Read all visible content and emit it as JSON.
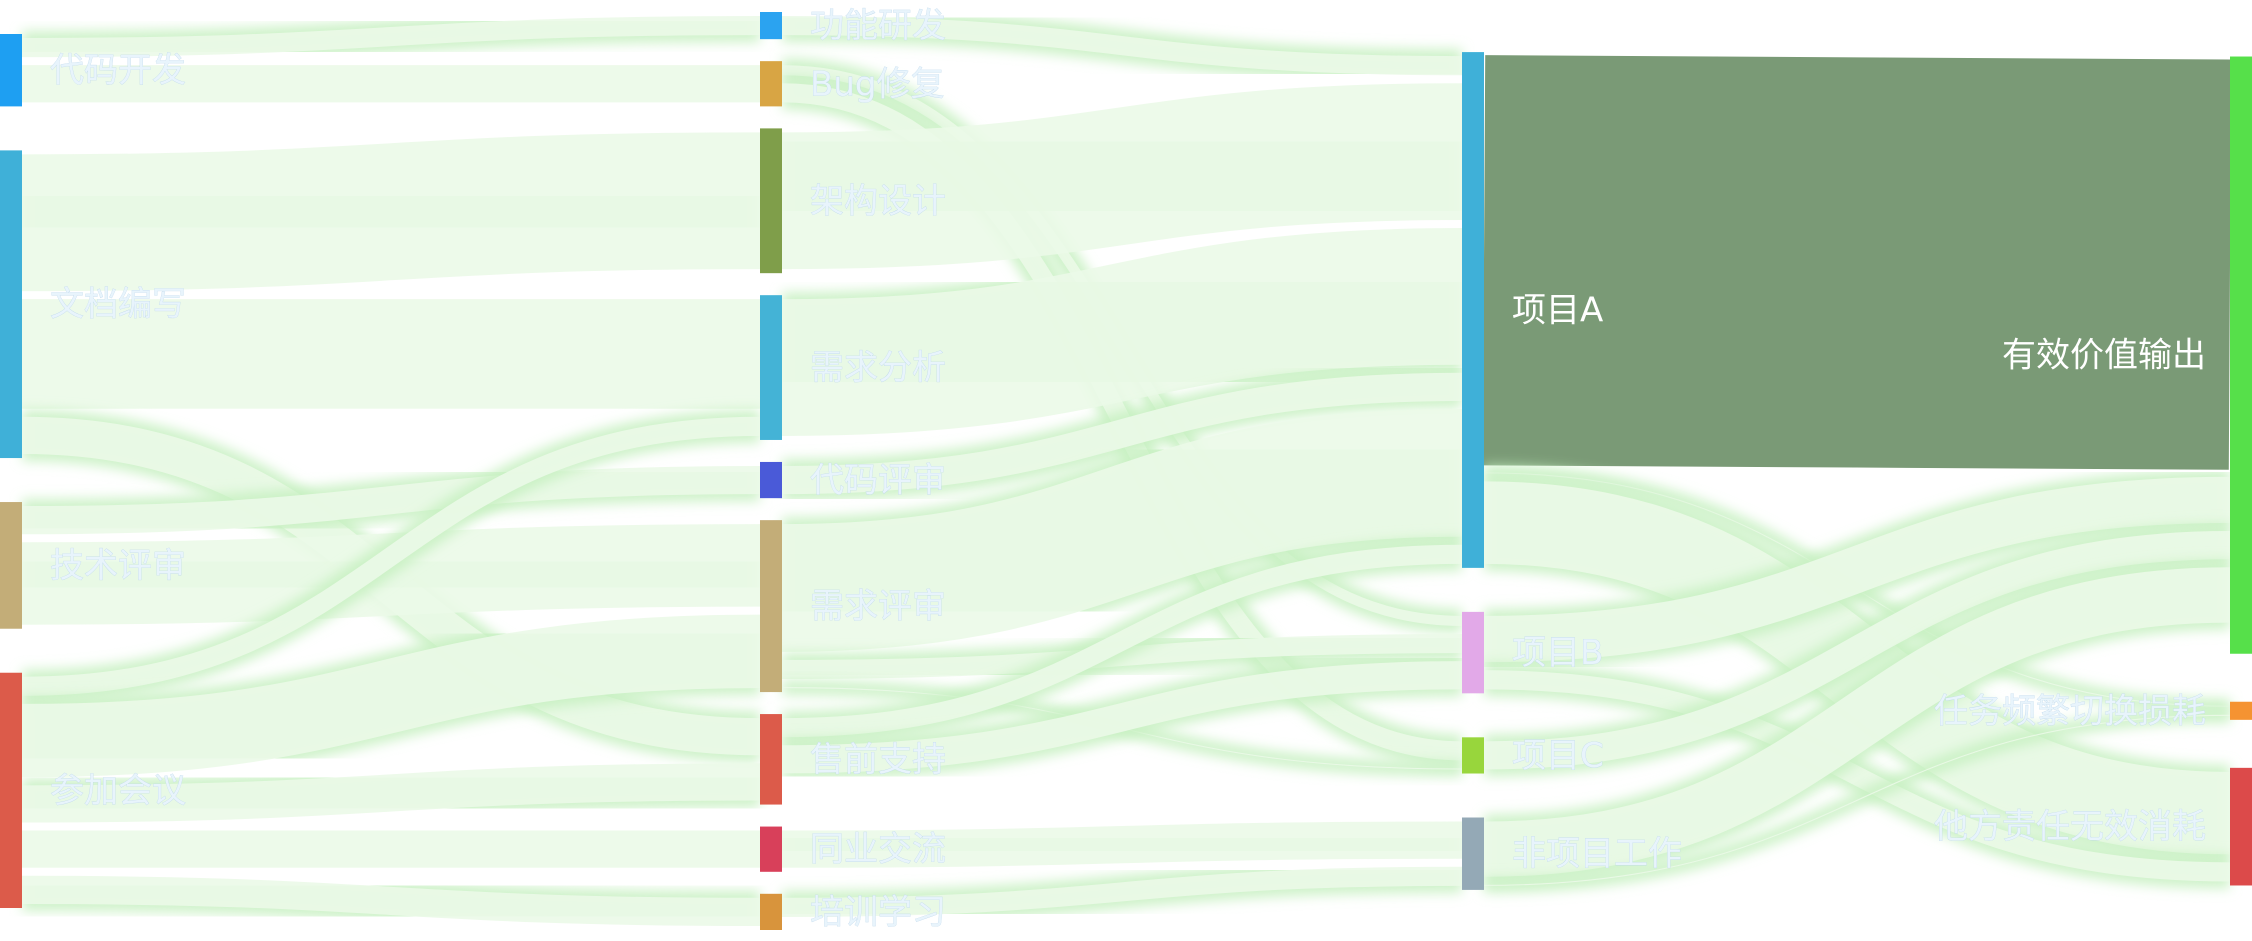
{
  "chart_data": {
    "type": "sankey",
    "title": "",
    "nodes": [
      {
        "name": "代码开发",
        "value": 8,
        "color": "#1e9ff2"
      },
      {
        "name": "文档编写",
        "value": 34,
        "color": "#3fb0d8"
      },
      {
        "name": "技术评审",
        "value": 14,
        "color": "#c3ad78"
      },
      {
        "name": "参加会议",
        "value": 26,
        "color": "#dc5b4a"
      },
      {
        "name": "功能研发",
        "value": 3,
        "color": "#2ba3f0"
      },
      {
        "name": "Bug修复",
        "value": 5,
        "color": "#d8a544"
      },
      {
        "name": "架构设计",
        "value": 16,
        "color": "#7f9e4a"
      },
      {
        "name": "需求分析",
        "value": 16,
        "color": "#44b3d6"
      },
      {
        "name": "代码评审",
        "value": 4,
        "color": "#4a5ad8"
      },
      {
        "name": "需求评审",
        "value": 19,
        "color": "#c3ad78"
      },
      {
        "name": "售前支持",
        "value": 5,
        "color": "#dc5b4a"
      },
      {
        "name": "同业交流",
        "value": 5,
        "color": "#d8405a"
      },
      {
        "name": "培训学习",
        "value": 4,
        "color": "#d8943c"
      },
      {
        "name": "项目A",
        "value": 57,
        "color": "#3fb0d8"
      },
      {
        "name": "项目B",
        "value": 9,
        "color": "#e2a9e8"
      },
      {
        "name": "项目C",
        "value": 4,
        "color": "#98d63c"
      },
      {
        "name": "非项目工作",
        "value": 8,
        "color": "#94a9b6"
      },
      {
        "name": "有效价值输出",
        "value": 66,
        "color": "#56e04a"
      },
      {
        "name": "任务频繁切换损耗",
        "value": 2,
        "color": "#f59332"
      },
      {
        "name": "他方责任无效消耗",
        "value": 10,
        "color": "#dc4a4a"
      }
    ],
    "links": [
      {
        "source": "代码开发",
        "target": "功能研发",
        "value": 3
      },
      {
        "source": "代码开发",
        "target": "Bug修复",
        "value": 5
      },
      {
        "source": "文档编写",
        "target": "架构设计",
        "value": 16
      },
      {
        "source": "文档编写",
        "target": "需求分析",
        "value": 13
      },
      {
        "source": "文档编写",
        "target": "售前支持",
        "value": 5
      },
      {
        "source": "技术评审",
        "target": "代码评审",
        "value": 4
      },
      {
        "source": "技术评审",
        "target": "需求评审",
        "value": 10
      },
      {
        "source": "参加会议",
        "target": "需求分析",
        "value": 3
      },
      {
        "source": "参加会议",
        "target": "需求评审",
        "value": 9
      },
      {
        "source": "参加会议",
        "target": "同业交流",
        "value": 5
      },
      {
        "source": "参加会议",
        "target": "培训学习",
        "value": 4
      },
      {
        "source": "参加会议",
        "target": "售前支持",
        "value": 5
      },
      {
        "source": "功能研发",
        "target": "项目A",
        "value": 3
      },
      {
        "source": "Bug修复",
        "target": "项目B",
        "value": 2
      },
      {
        "source": "Bug修复",
        "target": "项目C",
        "value": 3
      },
      {
        "source": "架构设计",
        "target": "项目A",
        "value": 16
      },
      {
        "source": "需求分析",
        "target": "项目A",
        "value": 16
      },
      {
        "source": "代码评审",
        "target": "项目A",
        "value": 4
      },
      {
        "source": "需求评审",
        "target": "项目A",
        "value": 15
      },
      {
        "source": "需求评审",
        "target": "项目B",
        "value": 3
      },
      {
        "source": "需求评审",
        "target": "项目C",
        "value": 1
      },
      {
        "source": "售前支持",
        "target": "项目A",
        "value": 3
      },
      {
        "source": "售前支持",
        "target": "项目B",
        "value": 4
      },
      {
        "source": "同业交流",
        "target": "非项目工作",
        "value": 5
      },
      {
        "source": "培训学习",
        "target": "非项目工作",
        "value": 3
      },
      {
        "source": "项目A",
        "target": "有效价值输出",
        "value": 46
      },
      {
        "source": "项目A",
        "target": "任务频繁切换损耗",
        "value": 1
      },
      {
        "source": "项目A",
        "target": "他方责任无效消耗",
        "value": 10
      },
      {
        "source": "项目B",
        "target": "有效价值输出",
        "value": 6
      },
      {
        "source": "项目B",
        "target": "他方责任无效消耗",
        "value": 3
      },
      {
        "source": "项目C",
        "target": "有效价值输出",
        "value": 4
      },
      {
        "source": "非项目工作",
        "target": "有效价值输出",
        "value": 7
      },
      {
        "source": "非项目工作",
        "target": "任务频繁切换损耗",
        "value": 1
      }
    ],
    "highlight_link": {
      "source": "项目A",
      "target": "有效价值输出",
      "color": "#7a9a76"
    },
    "link_color": "#c6f0c0"
  }
}
